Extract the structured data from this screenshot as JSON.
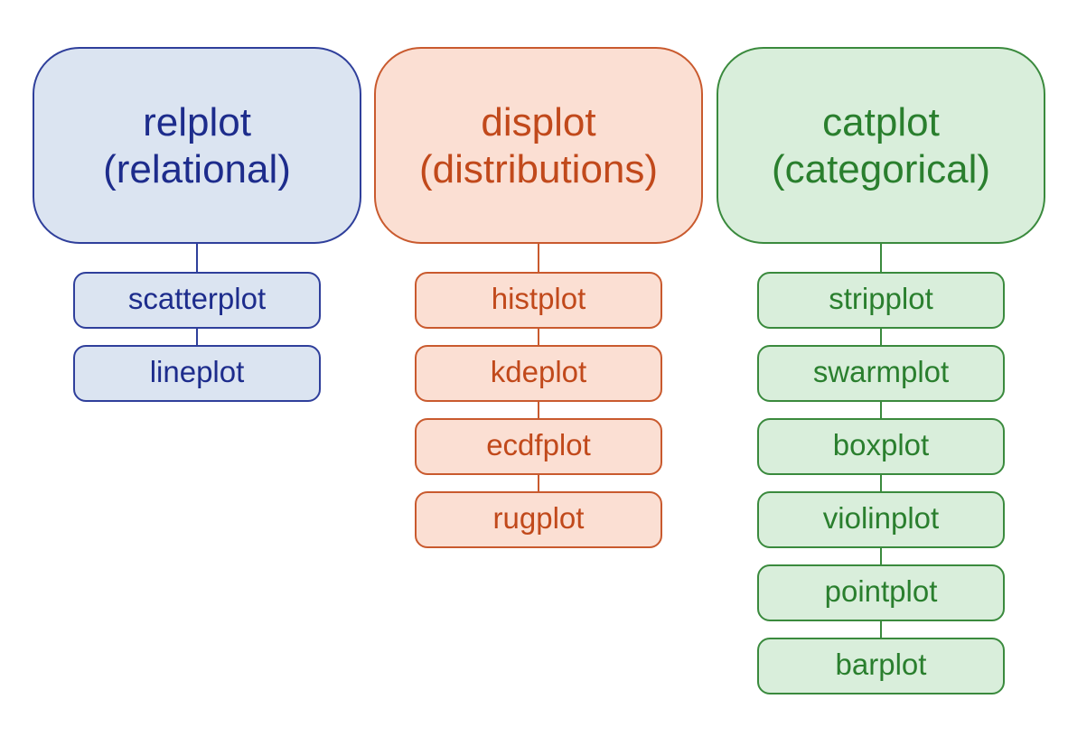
{
  "columns": [
    {
      "id": "relational",
      "title_line1": "relplot",
      "title_line2": "(relational)",
      "color": "#1d2c8c",
      "fill": "#dbe4f1",
      "items": [
        "scatterplot",
        "lineplot"
      ]
    },
    {
      "id": "distributions",
      "title_line1": "displot",
      "title_line2": "(distributions)",
      "color": "#c1491b",
      "fill": "#fbdfd3",
      "items": [
        "histplot",
        "kdeplot",
        "ecdfplot",
        "rugplot"
      ]
    },
    {
      "id": "categorical",
      "title_line1": "catplot",
      "title_line2": "(categorical)",
      "color": "#2a7f2e",
      "fill": "#d9eedb",
      "items": [
        "stripplot",
        "swarmplot",
        "boxplot",
        "violinplot",
        "pointplot",
        "barplot"
      ]
    }
  ]
}
